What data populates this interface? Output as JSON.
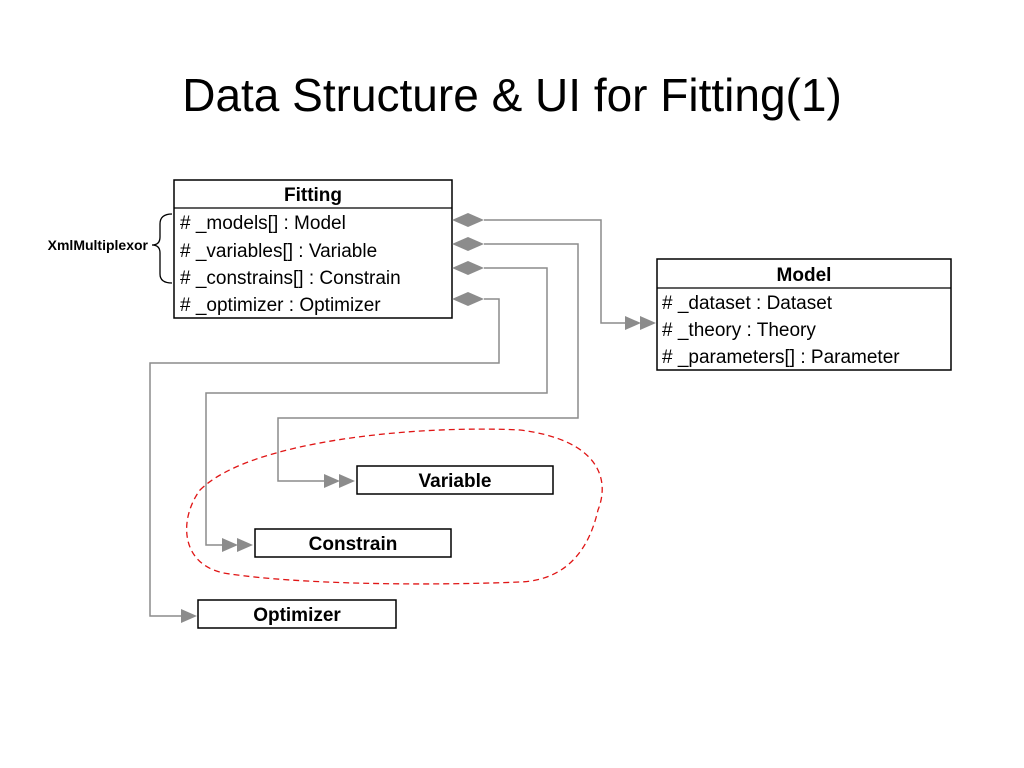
{
  "title": "Data Structure & UI for Fitting(1)",
  "colors": {
    "connector": "#8c8c8c",
    "highlight_dashed": "#e01515",
    "box_border": "#000000"
  },
  "annotation": "XmlMultiplexor",
  "classes": {
    "fitting": {
      "name": "Fitting",
      "attributes": [
        "# _models[] : Model",
        "# _variables[] : Variable",
        "# _constrains[] : Constrain",
        "# _optimizer : Optimizer"
      ]
    },
    "model": {
      "name": "Model",
      "attributes": [
        "# _dataset : Dataset",
        "# _theory : Theory",
        "# _parameters[] : Parameter"
      ]
    },
    "variable": {
      "name": "Variable"
    },
    "constrain": {
      "name": "Constrain"
    },
    "optimizer": {
      "name": "Optimizer"
    }
  }
}
